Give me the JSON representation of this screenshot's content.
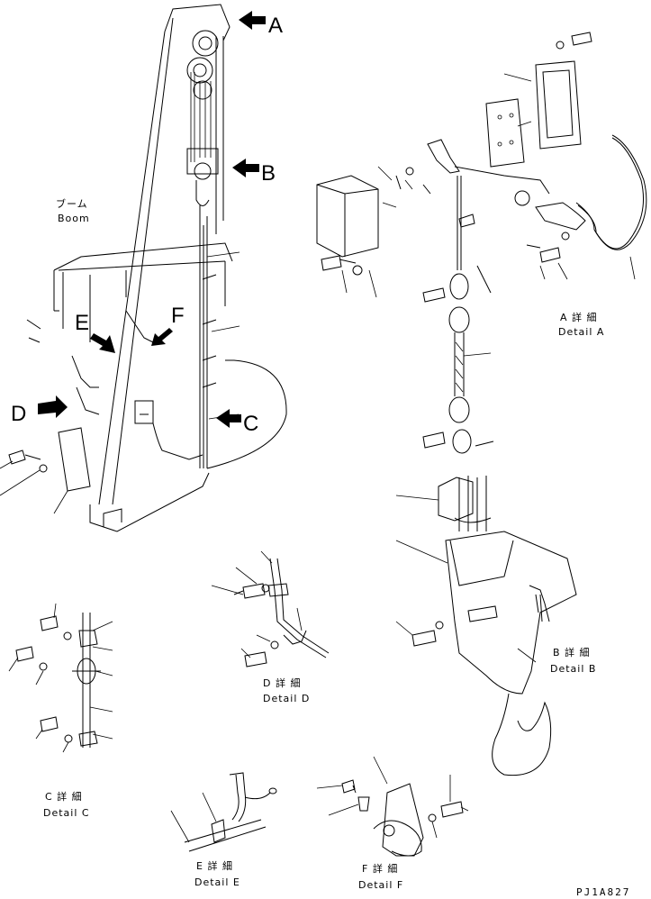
{
  "callouts": {
    "A": "A",
    "B": "B",
    "C": "C",
    "D": "D",
    "E": "E",
    "F": "F"
  },
  "boom_label": {
    "ja": "ブーム",
    "en": "Boom"
  },
  "details": {
    "A": {
      "ja": "A 詳 細",
      "en": "Detail A"
    },
    "B": {
      "ja": "B 詳 細",
      "en": "Detail B"
    },
    "C": {
      "ja": "C 詳 細",
      "en": "Detail C"
    },
    "D": {
      "ja": "D 詳 細",
      "en": "Detail D"
    },
    "E": {
      "ja": "E 詳 細",
      "en": "Detail E"
    },
    "F": {
      "ja": "F 詳 細",
      "en": "Detail F"
    }
  },
  "drawing_code": "PJ1A827"
}
